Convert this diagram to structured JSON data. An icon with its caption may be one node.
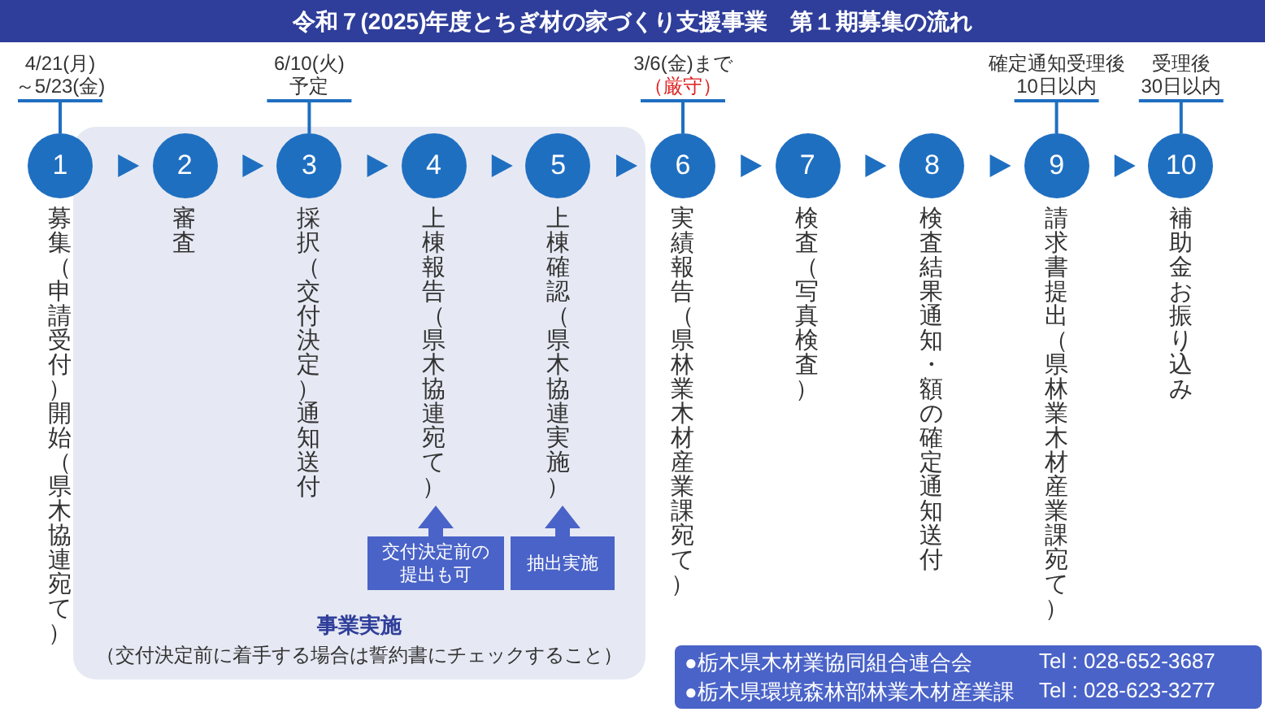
{
  "diagram": {
    "title": "令和７(2025)年度とちぎ材の家づくり支援事業　第１期募集の流れ",
    "nodes": [
      {
        "text": [
          "事業実施",
          "（交付決定前に着手する場合は誓約書にチェックすること）"
        ]
      },
      {
        "text": [
          "1"
        ],
        "beside": [
          "4/21(月) ～5/23(金)",
          "募集（申請受付）開始（県木協連宛て）"
        ]
      },
      {
        "text": [
          "2"
        ],
        "in": 0,
        "beside": [
          "審査"
        ]
      },
      {
        "text": [
          "3"
        ],
        "in": 0,
        "beside": [
          "6/10(火) 予定",
          "採択（交付決定）通知送付"
        ]
      },
      {
        "text": [
          "4"
        ],
        "in": 0,
        "beside": [
          "上棟報告（県木協連宛て）"
        ]
      },
      {
        "text": [
          "5"
        ],
        "in": 0,
        "beside": [
          "上棟確認（県木協連実施）"
        ]
      },
      {
        "text": [
          "6"
        ],
        "beside": [
          "3/6(金)まで",
          "（厳守）",
          "実績報告（県林業木材産業課宛て）"
        ]
      },
      {
        "text": [
          "7"
        ],
        "beside": [
          "検査（写真検査）"
        ]
      },
      {
        "text": [
          "8"
        ],
        "beside": [
          "検査結果通知・額の確定通知送付"
        ]
      },
      {
        "text": [
          "9"
        ],
        "beside": [
          "確定通知受理後 10日以内",
          "請求書提出（県林業木材産業課宛て）"
        ]
      },
      {
        "text": [
          "10"
        ],
        "beside": [
          "受理後 30日以内",
          "補助金お振り込み"
        ]
      },
      {
        "text": [
          "交付決定前の提出も可"
        ],
        "in": 0
      },
      {
        "text": [
          "抽出実施"
        ],
        "in": 0
      },
      {
        "text": [
          "●栃木県木材業協同組合連合会",
          "Tel : 028-652-3687",
          "●栃木県環境森林部林業木材産業課",
          "Tel : 028-623-3277"
        ]
      }
    ],
    "edges": [
      {
        "from": 1,
        "to": 2,
        "arrow": "to"
      },
      {
        "from": 2,
        "to": 3,
        "arrow": "to"
      },
      {
        "from": 3,
        "to": 4,
        "arrow": "to"
      },
      {
        "from": 4,
        "to": 5,
        "arrow": "to"
      },
      {
        "from": 5,
        "to": 6,
        "arrow": "to"
      },
      {
        "from": 6,
        "to": 7,
        "arrow": "to"
      },
      {
        "from": 7,
        "to": 8,
        "arrow": "to"
      },
      {
        "from": 8,
        "to": 9,
        "arrow": "to"
      },
      {
        "from": 9,
        "to": 10,
        "arrow": "to"
      },
      {
        "from": 11,
        "to": 4,
        "arrow": "to",
        "style": "thick",
        "color": "#4a63c8"
      },
      {
        "from": 12,
        "to": 5,
        "arrow": "to",
        "style": "thick",
        "color": "#4a63c8"
      }
    ]
  }
}
